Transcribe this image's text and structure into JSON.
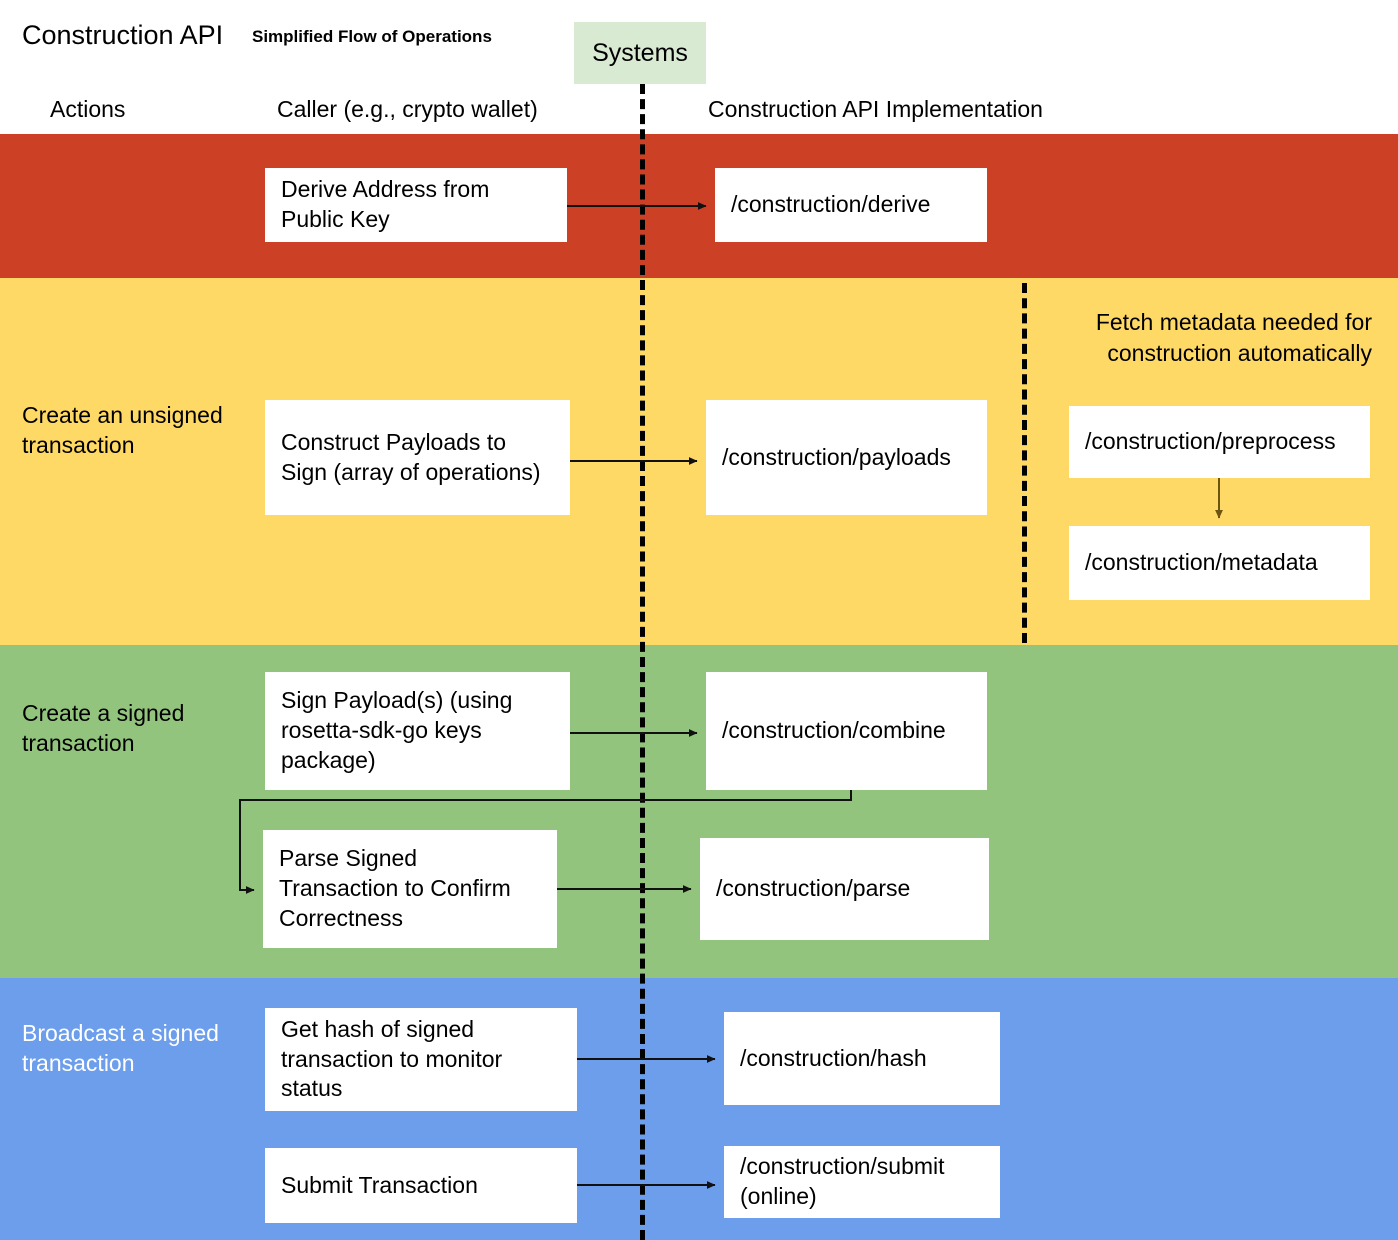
{
  "header": {
    "title": "Construction API",
    "subtitle": "Simplified Flow of Operations",
    "systems_badge": "Systems",
    "columns": {
      "actions": "Actions",
      "caller": "Caller (e.g., crypto wallet)",
      "implementation": "Construction API Implementation"
    }
  },
  "notes": {
    "fetch_metadata": "Fetch metadata needed for construction automatically"
  },
  "bands": [
    {
      "id": "derive",
      "color": "#cc4125",
      "action_label": "",
      "caller_step": "Derive Address from Public Key",
      "endpoint": "/construction/derive"
    },
    {
      "id": "unsigned",
      "color": "#ffd966",
      "action_label": "Create an unsigned transaction",
      "caller_step": "Construct Payloads to Sign (array of operations)",
      "endpoint": "/construction/payloads",
      "side_endpoints": [
        "/construction/preprocess",
        "/construction/metadata"
      ]
    },
    {
      "id": "signed",
      "color": "#93c47d",
      "action_label": "Create a signed transaction",
      "caller_step": "Sign Payload(s) (using rosetta-sdk-go keys package)",
      "endpoint": "/construction/combine",
      "caller_step_2": "Parse Signed Transaction to Confirm Correctness",
      "endpoint_2": "/construction/parse"
    },
    {
      "id": "broadcast",
      "color": "#6d9eeb",
      "action_label": "Broadcast a signed transaction",
      "caller_step": "Get hash of signed transaction to monitor status",
      "endpoint": "/construction/hash",
      "caller_step_2": "Submit Transaction",
      "endpoint_2": "/construction/submit (online)"
    }
  ],
  "colors": {
    "red_band": "#cc4125",
    "yellow_band": "#ffd966",
    "green_band": "#93c47d",
    "blue_band": "#6d9eeb",
    "systems_badge": "#d9ead3",
    "box_fill": "#ffffff",
    "divider": "#000000"
  }
}
